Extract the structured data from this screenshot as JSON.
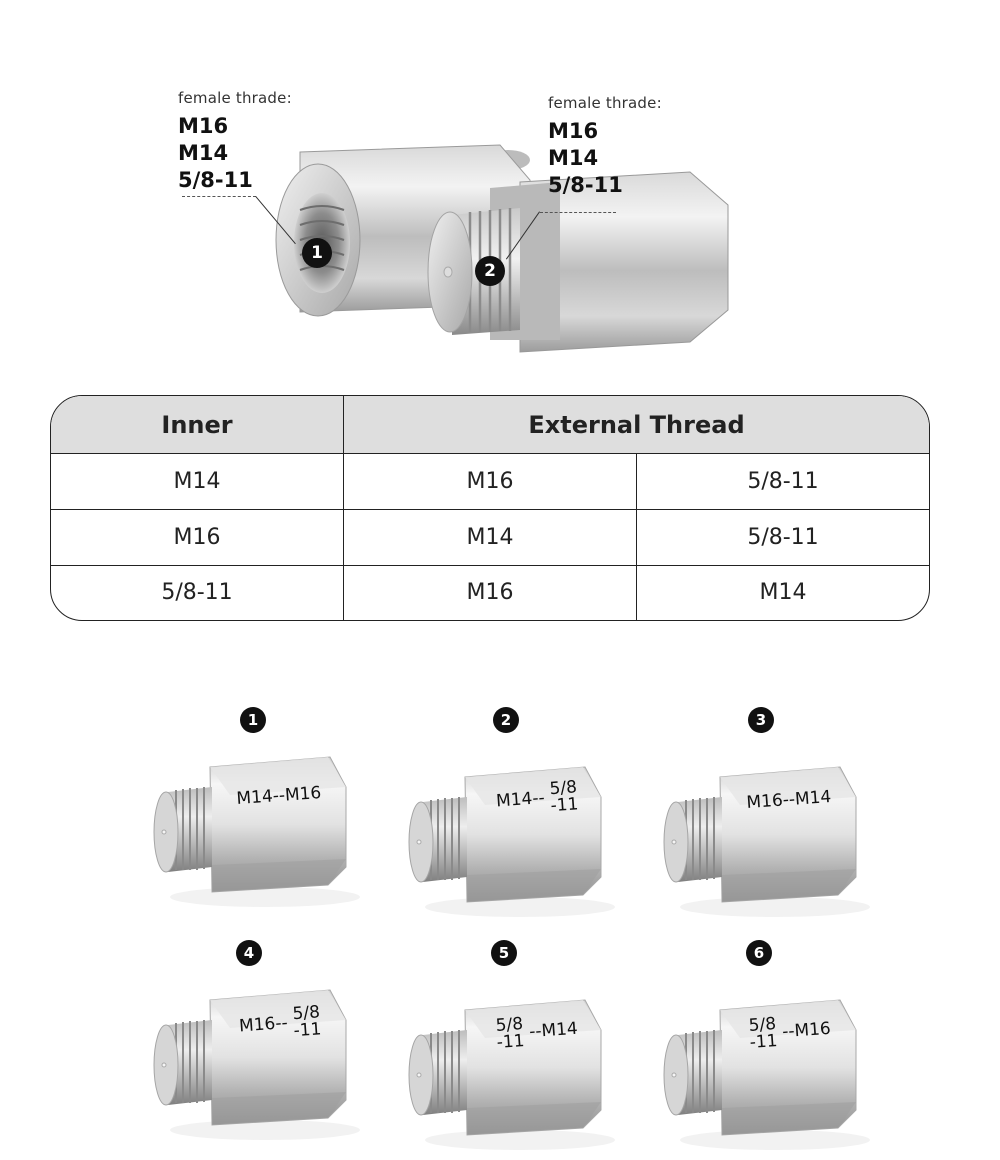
{
  "hero": {
    "left": {
      "caption": "female thrade:",
      "sizes": [
        "M16",
        "M14",
        "5/8-11"
      ],
      "marker": "1"
    },
    "right": {
      "caption": "female thrade:",
      "sizes": [
        "M16",
        "M14",
        "5/8-11"
      ],
      "marker": "2"
    }
  },
  "table": {
    "headers": [
      "Inner",
      "External Thread"
    ],
    "rows": [
      [
        "M14",
        "M16",
        "5/8-11"
      ],
      [
        "M16",
        "M14",
        "5/8-11"
      ],
      [
        "5/8-11",
        "M16",
        "M14"
      ]
    ]
  },
  "variants": [
    {
      "number": "1",
      "label_a": "M14--M16",
      "label_b": "",
      "label_c": ""
    },
    {
      "number": "2",
      "label_a": "M14--",
      "label_b": "5/8",
      "label_c": "-11"
    },
    {
      "number": "3",
      "label_a": "M16--M14",
      "label_b": "",
      "label_c": ""
    },
    {
      "number": "4",
      "label_a": "M16--",
      "label_b": "5/8",
      "label_c": "-11"
    },
    {
      "number": "5",
      "label_b": "5/8",
      "label_c": "-11",
      "label_a": "--M14"
    },
    {
      "number": "6",
      "label_b": "5/8",
      "label_c": "-11",
      "label_a": "--M16"
    }
  ],
  "colors": {
    "metal_light": "#e9e9e9",
    "metal_dark": "#8f8f8f",
    "header_bg": "#dedede",
    "ink": "#111111"
  }
}
